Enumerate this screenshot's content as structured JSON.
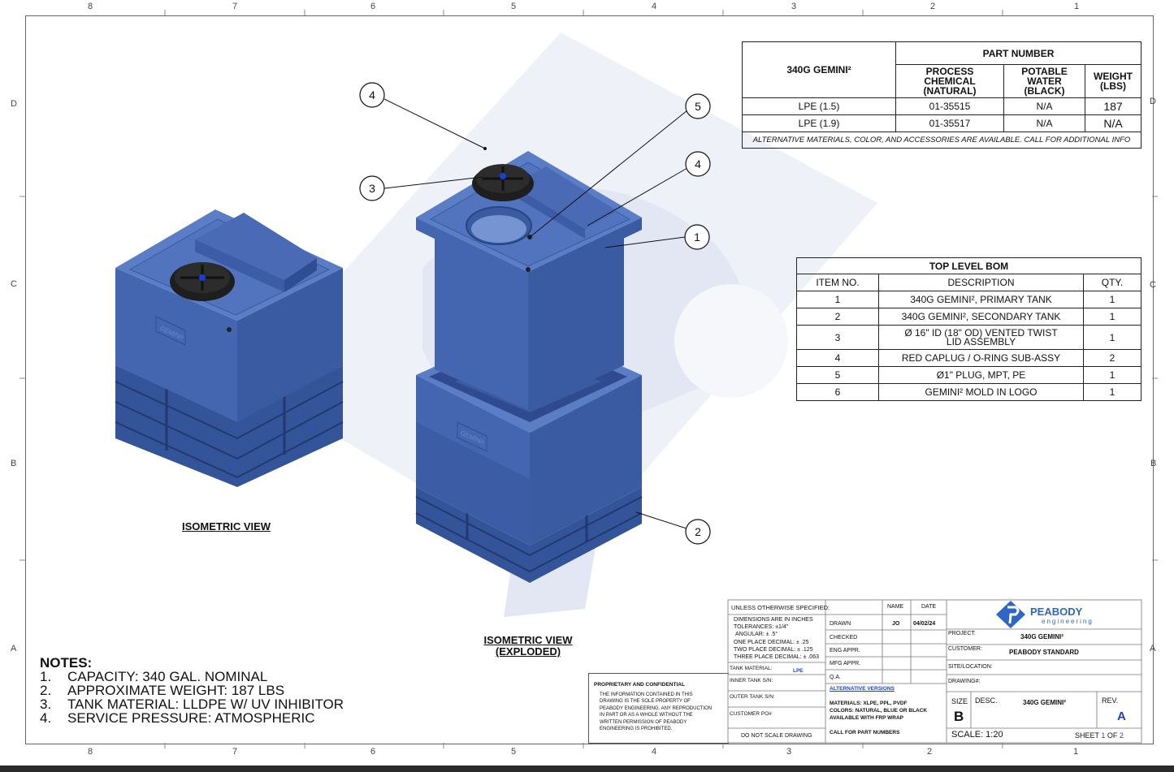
{
  "zones": {
    "cols": [
      "8",
      "7",
      "6",
      "5",
      "4",
      "3",
      "2",
      "1"
    ],
    "rows": [
      "D",
      "C",
      "B",
      "A"
    ]
  },
  "part_table": {
    "model": "340G GEMINI²",
    "part_number_header": "PART NUMBER",
    "col_headers": [
      "PROCESS CHEMICAL (NATURAL)",
      "POTABLE WATER (BLACK)",
      "WEIGHT (LBS)"
    ],
    "rows": [
      {
        "material": "LPE (1.5)",
        "process": "01-35515",
        "potable": "N/A",
        "weight": "187"
      },
      {
        "material": "LPE (1.9)",
        "process": "01-35517",
        "potable": "N/A",
        "weight": "N/A"
      }
    ],
    "note": "ALTERNATIVE MATERIALS, COLOR, AND ACCESSORIES ARE AVAILABLE.  CALL FOR ADDITIONAL INFO"
  },
  "bom": {
    "title": "TOP LEVEL BOM",
    "headers": [
      "ITEM NO.",
      "DESCRIPTION",
      "QTY."
    ],
    "rows": [
      {
        "item": "1",
        "desc": "340G GEMINI², PRIMARY TANK",
        "qty": "1"
      },
      {
        "item": "2",
        "desc": "340G GEMINI², SECONDARY TANK",
        "qty": "1"
      },
      {
        "item": "3",
        "desc": "Ø 16\" ID (18\" OD) VENTED TWIST LID ASSEMBLY",
        "qty": "1"
      },
      {
        "item": "4",
        "desc": "RED CAPLUG / O-RING SUB-ASSY",
        "qty": "2"
      },
      {
        "item": "5",
        "desc": "Ø1\" PLUG, MPT, PE",
        "qty": "1"
      },
      {
        "item": "6",
        "desc": "GEMINI² MOLD IN LOGO",
        "qty": "1"
      }
    ]
  },
  "views": {
    "iso": "ISOMETRIC VIEW",
    "exploded_line1": "ISOMETRIC VIEW",
    "exploded_line2": "(EXPLODED)",
    "logo_text": "GEMINI²"
  },
  "balloons": [
    "4",
    "5",
    "3",
    "4",
    "1",
    "2"
  ],
  "notes": {
    "title": "NOTES:",
    "items": [
      {
        "num": "1.",
        "text": "CAPACITY: 340 GAL. NOMINAL"
      },
      {
        "num": "2.",
        "text": "APPROXIMATE WEIGHT: 187 LBS"
      },
      {
        "num": "3.",
        "text": "TANK MATERIAL: LLDPE W/ UV INHIBITOR"
      },
      {
        "num": "4.",
        "text": "SERVICE PRESSURE: ATMOSPHERIC"
      }
    ]
  },
  "proprietary": {
    "title": "PROPRIETARY AND CONFIDENTIAL",
    "body": "THE INFORMATION CONTAINED IN THIS DRAWING IS THE SOLE PROPERTY OF PEABODY ENGINEERING.  ANY REPRODUCTION IN PART OR AS A WHOLE WITHOUT THE WRITTEN PERMISSION OF PEABODY ENGINEERING IS PROHIBITED."
  },
  "title_block": {
    "unless": "UNLESS OTHERWISE SPECIFIED:",
    "dims": [
      "DIMENSIONS ARE IN INCHES",
      "TOLERANCES: ±1/4\"",
      "ANGULAR: ± .5°",
      "ONE PLACE DECIMAL: ± .25",
      "TWO PLACE DECIMAL: ± .125",
      "THREE PLACE DECIMAL: ± .063"
    ],
    "name_header": "NAME",
    "date_header": "DATE",
    "drawn": "DRAWN",
    "drawn_name": "JO",
    "drawn_date": "04/02/24",
    "checked": "CHECKED",
    "eng_appr": "ENG APPR.",
    "mfg_appr": "MFG APPR.",
    "qa": "Q.A.",
    "tank_material": "TANK MATERIAL:",
    "tank_material_value": "LPE",
    "inner_sn": "INNER TANK S/N:",
    "outer_sn": "OUTER TANK S/N:",
    "customer_po": "CUSTOMER PO#",
    "do_not_scale": "DO NOT SCALE DRAWING",
    "alt_versions": "ALTERNATIVE VERSIONS",
    "materials": "MATERIALS: XLPE, PPL, PVDF",
    "colors": "COLORS: NATURAL, BLUE OR BLACK",
    "frp": "AVAILABLE WITH FRP WRAP",
    "call": "CALL FOR PART NUMBERS",
    "company": "PEABODY",
    "company_sub": "engineering",
    "project_label": "PROJECT:",
    "project": "340G GEMINI²",
    "customer_label": "CUSTOMER:",
    "customer": "PEABODY STANDARD",
    "site_label": "SITE/LOCATION:",
    "drawing_label": "DRAWING#:",
    "size_label": "SIZE",
    "size": "B",
    "desc_label": "DESC.",
    "desc": "340G GEMINI²",
    "rev_label": "REV.",
    "rev": "A",
    "scale": "SCALE: 1:20",
    "sheet_label": "SHEET",
    "sheet": "1",
    "of_label": "OF",
    "sheets": "2"
  },
  "colors": {
    "tank": "#3f5fa8",
    "tank_light": "#5b7cc4",
    "tank_dark": "#2c4684",
    "lid": "#222222",
    "accent": "#1a3fd6",
    "watermark": "#e8ecf6"
  }
}
